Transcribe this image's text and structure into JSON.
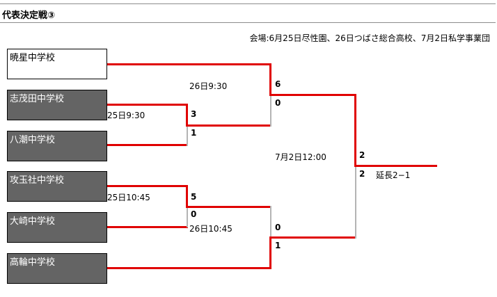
{
  "title": "代表決定戦③",
  "venue": "会場:6月25日尽性園、26日つばさ総合高校、7月2日私学事業団",
  "teams": [
    {
      "name": "暁星中学校",
      "style": "light"
    },
    {
      "name": "志茂田中学校",
      "style": "dark"
    },
    {
      "name": "八潮中学校",
      "style": "dark"
    },
    {
      "name": "攻玉社中学校",
      "style": "dark"
    },
    {
      "name": "大崎中学校",
      "style": "dark"
    },
    {
      "name": "高輪中学校",
      "style": "dark"
    }
  ],
  "matches": {
    "r1a": {
      "time": "25日9:30",
      "score_top": "3",
      "score_bottom": "1"
    },
    "r1b": {
      "time": "25日10:45",
      "score_top": "5",
      "score_bottom": "0"
    },
    "sfa": {
      "time": "26日9:30",
      "score_top": "6",
      "score_bottom": "0"
    },
    "sfb": {
      "time": "26日10:45",
      "score_top": "0",
      "score_bottom": "1"
    },
    "final": {
      "time": "7月2日12:00",
      "score_top": "2",
      "score_bottom": "2",
      "note": "延長2−1"
    }
  },
  "colors": {
    "win": "#e00000",
    "lose": "#b4b4b4",
    "team_bg": "#646464"
  }
}
